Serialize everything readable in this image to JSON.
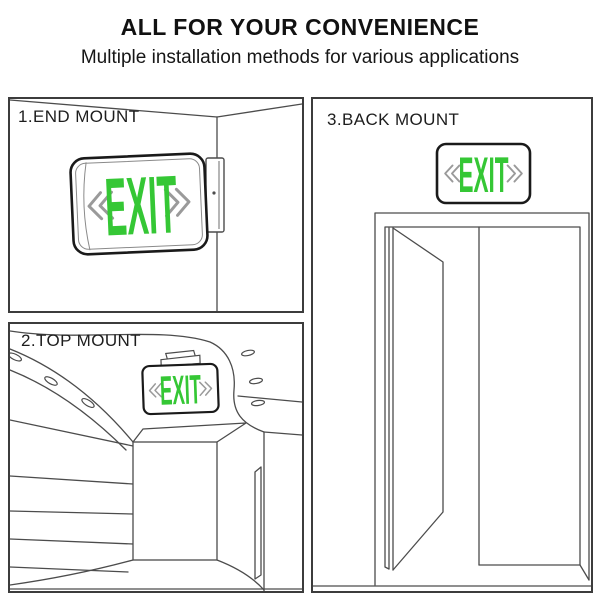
{
  "header": {
    "title": "ALL FOR YOUR CONVENIENCE",
    "subtitle": "Multiple installation methods for various applications"
  },
  "panels": [
    {
      "id": "end-mount",
      "label": "1.END MOUNT"
    },
    {
      "id": "top-mount",
      "label": "2.TOP MOUNT"
    },
    {
      "id": "back-mount",
      "label": "3.BACK MOUNT"
    }
  ],
  "sign": {
    "text": "EXIT",
    "color": "#35c735",
    "chevrons": [
      "left-double-chevron",
      "right-double-chevron"
    ]
  },
  "colors": {
    "line_art": "#4c4c4c",
    "panel_border": "#3c3c3c",
    "sign_outline": "#1a1a1a"
  }
}
